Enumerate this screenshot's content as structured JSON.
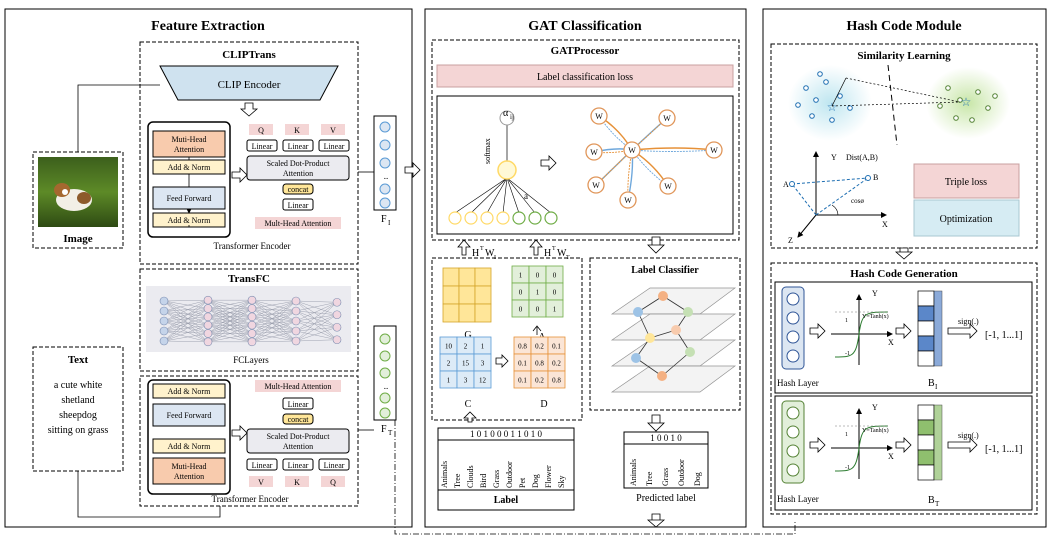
{
  "panels": {
    "feature": "Feature Extraction",
    "gat": "GAT Classification",
    "hash": "Hash Code Module"
  },
  "feature": {
    "cliptrans": "CLIPTrans",
    "clip_encoder": "CLIP Encoder",
    "image_label": "Image",
    "text_label": "Text",
    "text_content": [
      "a cute white",
      "shetland",
      "sheepdog",
      "sitting on grass"
    ],
    "img_encoder": {
      "muti_head": [
        "Muti-Head",
        "Attention"
      ],
      "add_norm": "Add & Norm",
      "feed_forward": "Feed Forward",
      "q": "Q",
      "k": "K",
      "v": "V",
      "linear": "Linear",
      "sdpa": [
        "Scaled Dot-Product",
        "Attention"
      ],
      "concat": "concat",
      "mha": "Mult-Head Attention",
      "caption": "Transformer Encoder"
    },
    "transfc": "TransFC",
    "fclayers": "FCLayers",
    "txt_encoder": {
      "mha": "Mult-Head Attention",
      "linear": "Linear",
      "concat": "concat",
      "sdpa": [
        "Scaled Dot-Product",
        "Attention"
      ],
      "v": "V",
      "k": "K",
      "q": "Q",
      "add_norm": "Add & Norm",
      "feed_forward": "Feed Forward",
      "muti_head": [
        "Muti-Head",
        "Attention"
      ],
      "caption": "Transformer Encoder"
    },
    "fi": "F",
    "fi_sub": "I",
    "ft": "F",
    "ft_sub": "T",
    "dots": ".."
  },
  "gat": {
    "processor": "GATProcessor",
    "loss": "Label classification loss",
    "alpha": "α",
    "alpha_sub": "ij",
    "softmax": "softmax",
    "a_vec": "a",
    "w1": "W",
    "hw_img": "H",
    "hw_img_sup": "T",
    "hw_w": "W",
    "hw_sub": "I",
    "hw_txt_sub": "T",
    "matrix_g_label": "G",
    "matrix_a": [
      [
        "1",
        "0",
        "0"
      ],
      [
        "0",
        "1",
        "0"
      ],
      [
        "0",
        "0",
        "1"
      ]
    ],
    "matrix_a_label": "A",
    "matrix_c": [
      [
        "10",
        "2",
        "1"
      ],
      [
        "2",
        "15",
        "3"
      ],
      [
        "1",
        "3",
        "12"
      ]
    ],
    "matrix_c_label": "C",
    "matrix_d": [
      [
        "0.8",
        "0.2",
        "0.1"
      ],
      [
        "0.1",
        "0.8",
        "0.2"
      ],
      [
        "0.1",
        "0.2",
        "0.8"
      ]
    ],
    "matrix_d_label": "D",
    "label_bits": "1 0 1 0 0 0 1 1 0 1 0",
    "label_words": [
      "Animals",
      "Tree",
      "Clouds",
      "Bird",
      "Grass",
      "Outdoor",
      "Pet",
      "Dog",
      "Flower",
      "Sky"
    ],
    "label_caption": "Label",
    "classifier": "Label Classifier",
    "pred_bits": "1 0 0 1 0",
    "pred_words": [
      "Animals",
      "Tree",
      "Grass",
      "Outdoor",
      "Dog"
    ],
    "pred_caption": "Predicted label"
  },
  "hash": {
    "similarity": "Similarity Learning",
    "dist": "Dist(A,B)",
    "cos": "cosø",
    "a": "A",
    "b": "B",
    "x": "X",
    "y": "Y",
    "z": "Z",
    "triple_loss": "Triple loss",
    "optimization": "Optimization",
    "generation": "Hash Code Generation",
    "hash_layer": "Hash Layer",
    "bi": "B",
    "bi_sub": "I",
    "bt": "B",
    "bt_sub": "T",
    "tanh": "Y=Tanh(x)",
    "sign": "sign(.)",
    "range": "[-1,   1...1]",
    "one": "1",
    "neg_one": "-1"
  },
  "colors": {
    "orange_fill": "#f8cbad",
    "orange_stroke": "#e0965a",
    "blue_fill": "#dce6f2",
    "grey_fill": "#ebebf0",
    "yellow_fill": "#ffe699",
    "pink_fill": "#f4d5d5",
    "red_stroke": "#c0504d",
    "node_blue": "#5b9bd5",
    "node_green": "#70ad47",
    "node_yellow": "#ffd966",
    "clip_fill": "#cfe2ef"
  }
}
